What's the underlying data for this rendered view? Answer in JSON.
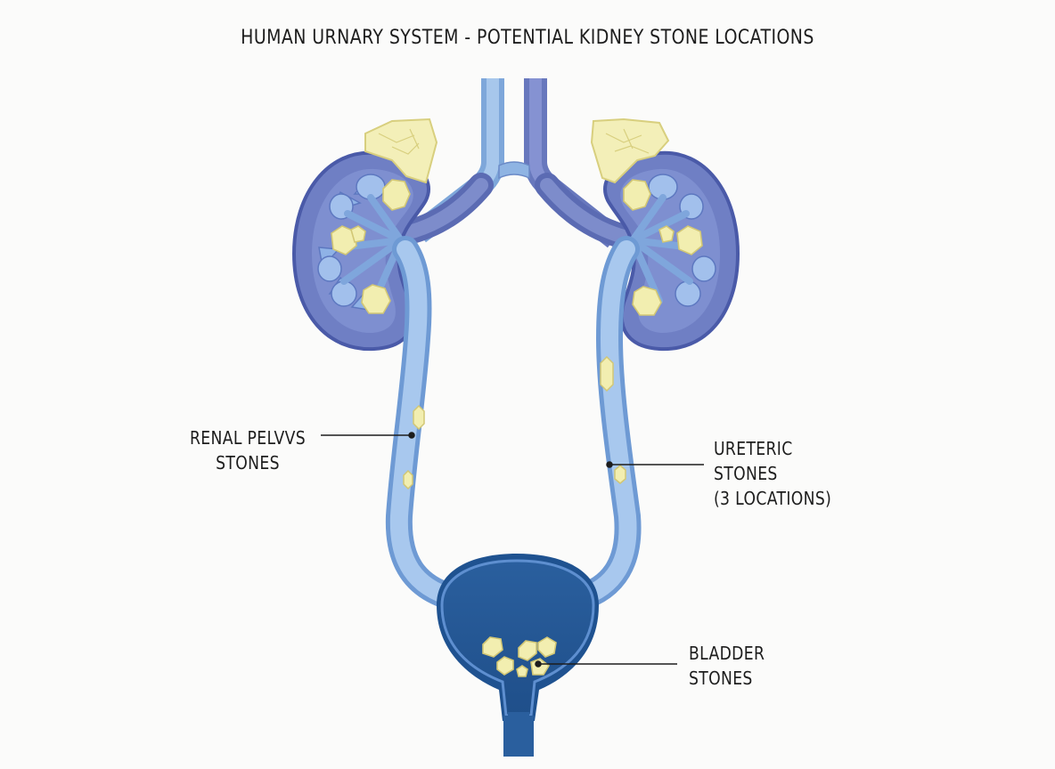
{
  "title": "HUMAN URNARY SYSTEM - POTENTIAL KIDNEY STONE LOCATIONS",
  "labels": {
    "renal_pelvis": [
      "RENAL PELVVS",
      "STONES"
    ],
    "ureteric": [
      "URETERIC",
      "STONES",
      "(3 LOCATIONS)"
    ],
    "bladder": [
      "BLADDER",
      "STONES"
    ]
  },
  "colors": {
    "kidney_outer": "#6f7fc4",
    "kidney_outline": "#4a5aa8",
    "vessel_light": "#8fb7e4",
    "vessel_dark": "#7a8cc9",
    "bladder": "#2f66a5",
    "stone": "#f2eeb0",
    "adrenal": "#f3efb8",
    "leader_line": "#1d1d1d"
  }
}
